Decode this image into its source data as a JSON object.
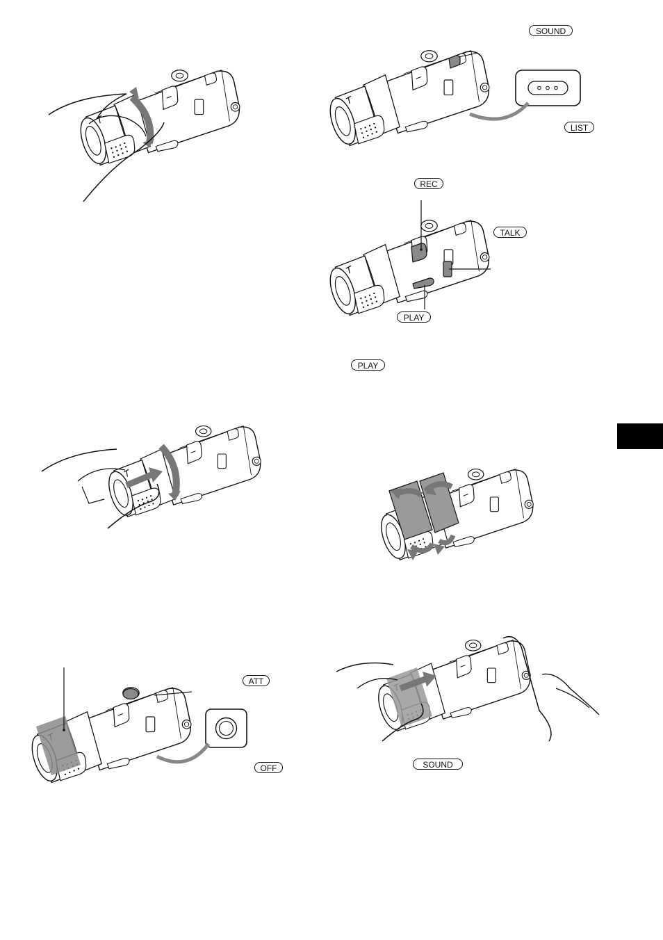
{
  "keys": {
    "sound_top": "SOUND",
    "list": "LIST",
    "rec": "REC",
    "talk": "TALK",
    "play_diagram": "PLAY",
    "play_text": "PLAY",
    "att": "ATT",
    "off": "OFF",
    "sound_bottom": "SOUND"
  },
  "colors": {
    "ink": "#111111",
    "highlight_gray": "#8a8a8a",
    "light_gray": "#b5b5b5",
    "tab": "#000000"
  }
}
